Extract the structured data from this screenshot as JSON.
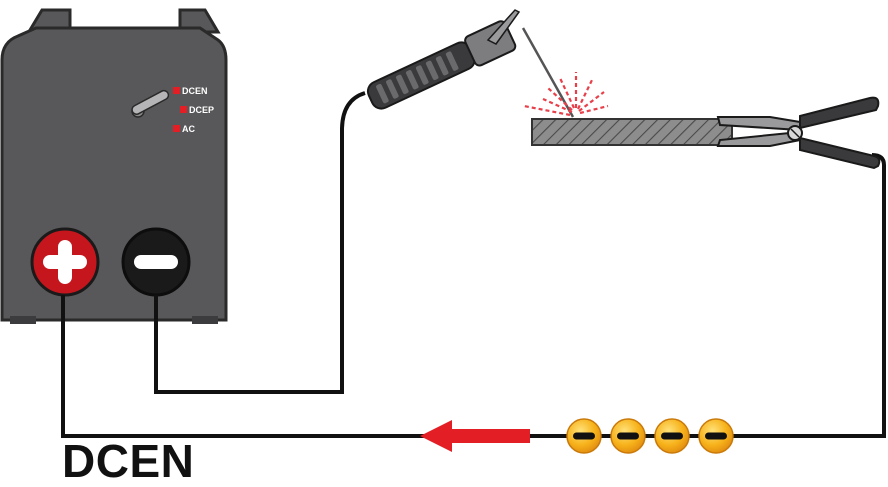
{
  "caption": "DCEN",
  "machine": {
    "mode_options": [
      {
        "label": "DCEN"
      },
      {
        "label": "DCEP"
      },
      {
        "label": "AC"
      }
    ],
    "positive_terminal_symbol": "+",
    "negative_terminal_symbol": "−"
  },
  "flow": {
    "electron_count": 4,
    "electron_symbol": "−",
    "direction": "right-to-left"
  },
  "colors": {
    "machine_body": "#58585a",
    "machine_outline": "#2a2a2a",
    "positive_terminal": "#c4161c",
    "negative_terminal": "#1a1a1a",
    "mode_indicator": "#e31e24",
    "arrow": "#e31e24",
    "spark": "#e8404a",
    "electron_fill": "#f7b21a",
    "workpiece": "#8d8d8d",
    "wire": "#111111"
  }
}
